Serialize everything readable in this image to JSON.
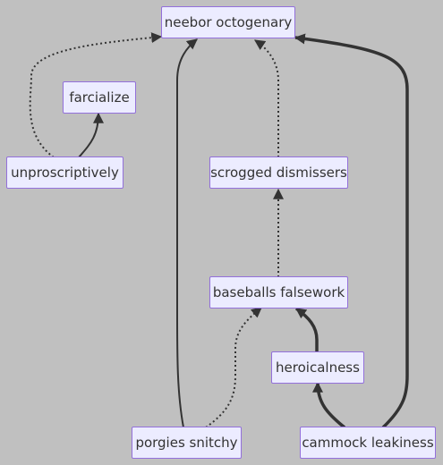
{
  "nodes": {
    "neebor": "neebor octogenary",
    "farcialize": "farcialize",
    "unpro": "unproscriptively",
    "scrogged": "scrogged dismissers",
    "baseballs": "baseballs falsework",
    "heroical": "heroicalness",
    "porgies": "porgies snitchy",
    "cammock": "cammock leakiness"
  },
  "edges": [
    {
      "from": "unproscriptively",
      "to": "farcialize",
      "style": "solid"
    },
    {
      "from": "unproscriptively",
      "to": "neebor octogenary",
      "style": "dotted"
    },
    {
      "from": "porgies snitchy",
      "to": "neebor octogenary",
      "style": "solid"
    },
    {
      "from": "scrogged dismissers",
      "to": "neebor octogenary",
      "style": "dotted"
    },
    {
      "from": "cammock leakiness",
      "to": "neebor octogenary",
      "style": "thick"
    },
    {
      "from": "baseballs falsework",
      "to": "scrogged dismissers",
      "style": "dotted"
    },
    {
      "from": "porgies snitchy",
      "to": "baseballs falsework",
      "style": "dotted"
    },
    {
      "from": "heroicalness",
      "to": "baseballs falsework",
      "style": "thick"
    },
    {
      "from": "cammock leakiness",
      "to": "heroicalness",
      "style": "thick"
    }
  ],
  "colors": {
    "background": "#c0c0c0",
    "node_fill": "#ECECFF",
    "node_border": "#9370DB",
    "edge": "#333333"
  }
}
